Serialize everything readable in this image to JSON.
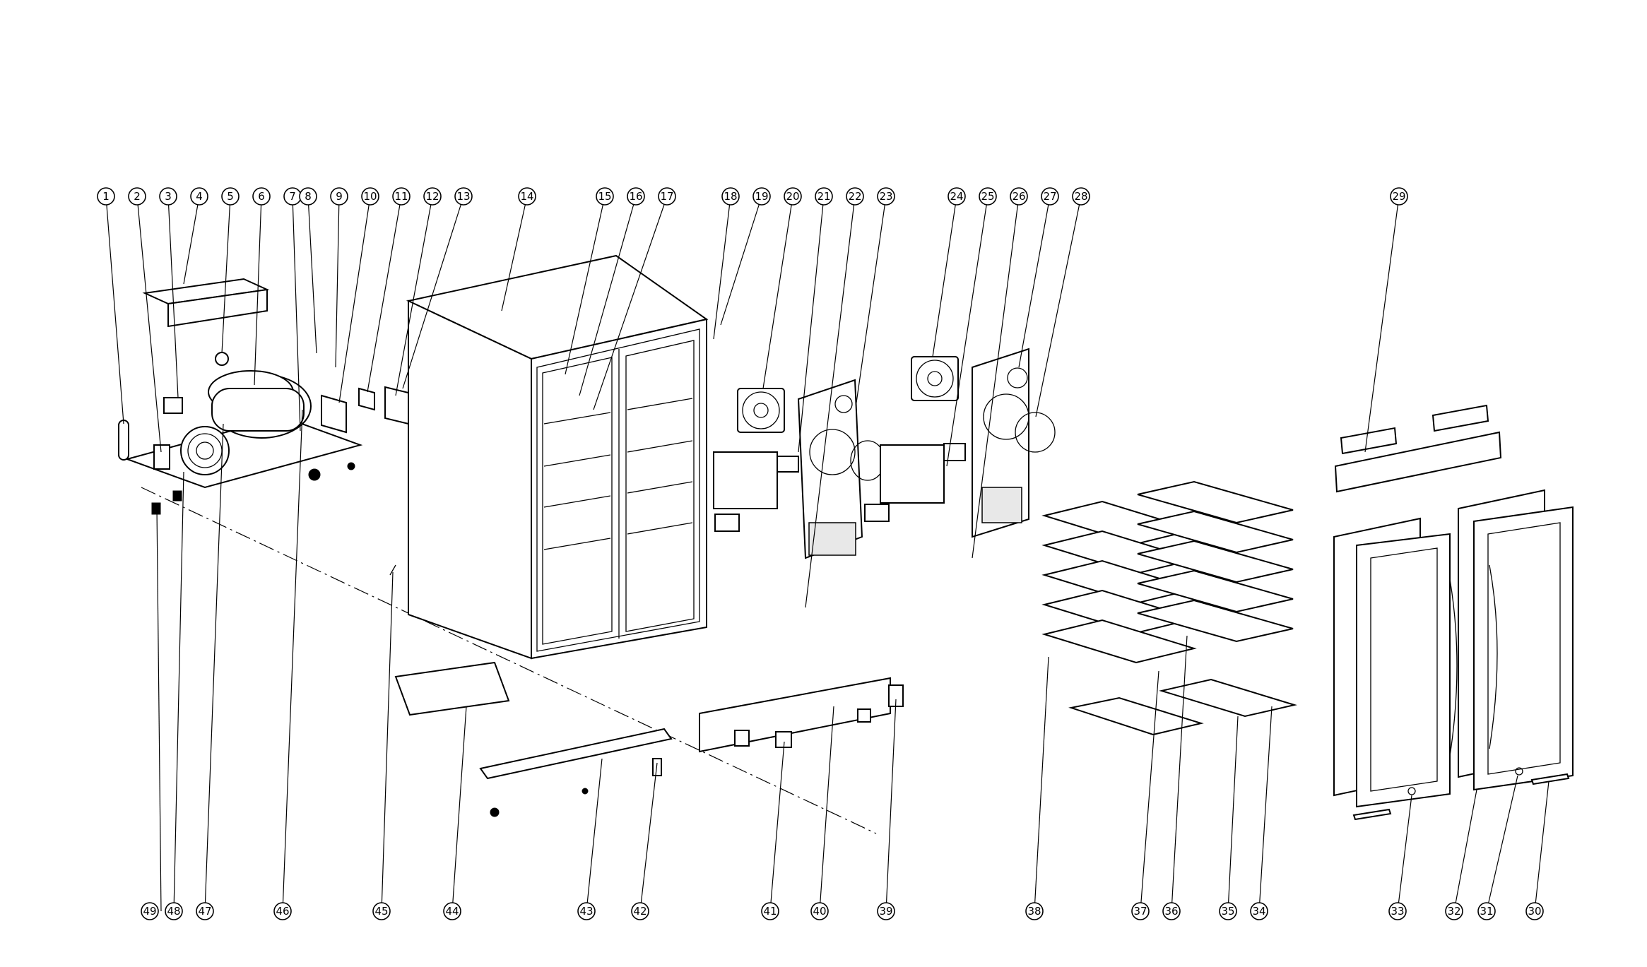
{
  "diagram": {
    "type": "exploded-parts-diagram",
    "callouts_top": [
      "1",
      "2",
      "3",
      "4",
      "5",
      "6",
      "7",
      "8",
      "9",
      "10",
      "11",
      "12",
      "13",
      "14",
      "15",
      "16",
      "17",
      "18",
      "19",
      "20",
      "21",
      "22",
      "23",
      "24",
      "25",
      "26",
      "27",
      "28",
      "29"
    ],
    "callouts_bottom": [
      "49",
      "48",
      "47",
      "46",
      "45",
      "44",
      "43",
      "42",
      "41",
      "40",
      "39",
      "38",
      "37",
      "36",
      "35",
      "34",
      "33",
      "32",
      "31",
      "30"
    ]
  }
}
